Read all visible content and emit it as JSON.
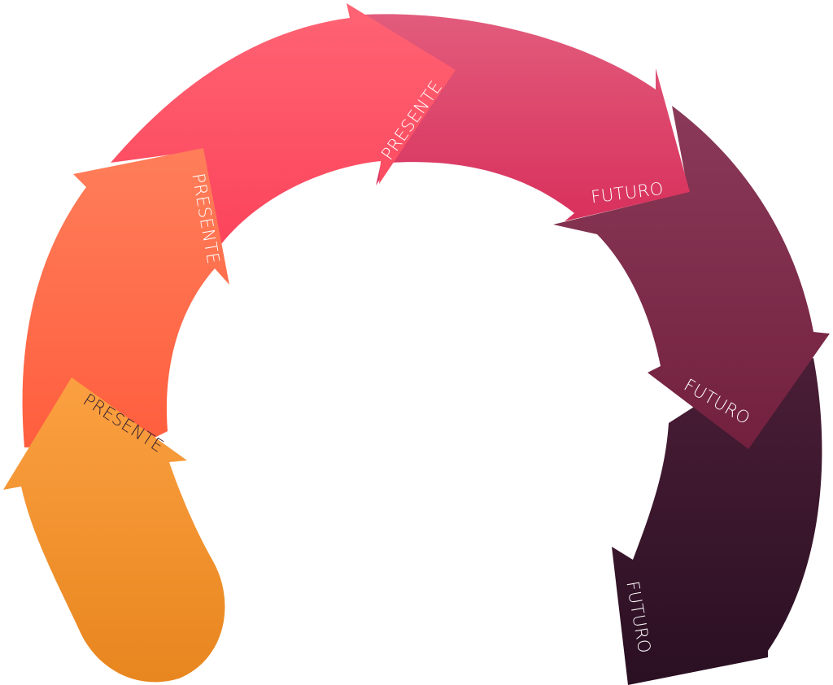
{
  "diagram": {
    "segments": [
      {
        "id": "seg1",
        "label": "PRESENTE",
        "color_top": "#FBA041",
        "color_bottom": "#E8861F",
        "label_color": "#3a2030"
      },
      {
        "id": "seg2",
        "label": "PRESENTE",
        "color_top": "#FF7E5A",
        "color_bottom": "#FF5E3E",
        "label_color": "#ffffff"
      },
      {
        "id": "seg3",
        "label": "PRESENTE",
        "color_top": "#FF6474",
        "color_bottom": "#FB4058",
        "label_color": "#ffffff"
      },
      {
        "id": "seg4",
        "label": "FUTURO",
        "color_top": "#E25C7C",
        "color_bottom": "#D8305C",
        "label_color": "#ffffff"
      },
      {
        "id": "seg5",
        "label": "FUTURO",
        "color_top": "#8A3A58",
        "color_bottom": "#72203E",
        "label_color": "#ffffff"
      },
      {
        "id": "seg6",
        "label": "FUTURO",
        "color_top": "#4A1E36",
        "color_bottom": "#2A0F22",
        "label_color": "#ffffff"
      }
    ]
  }
}
